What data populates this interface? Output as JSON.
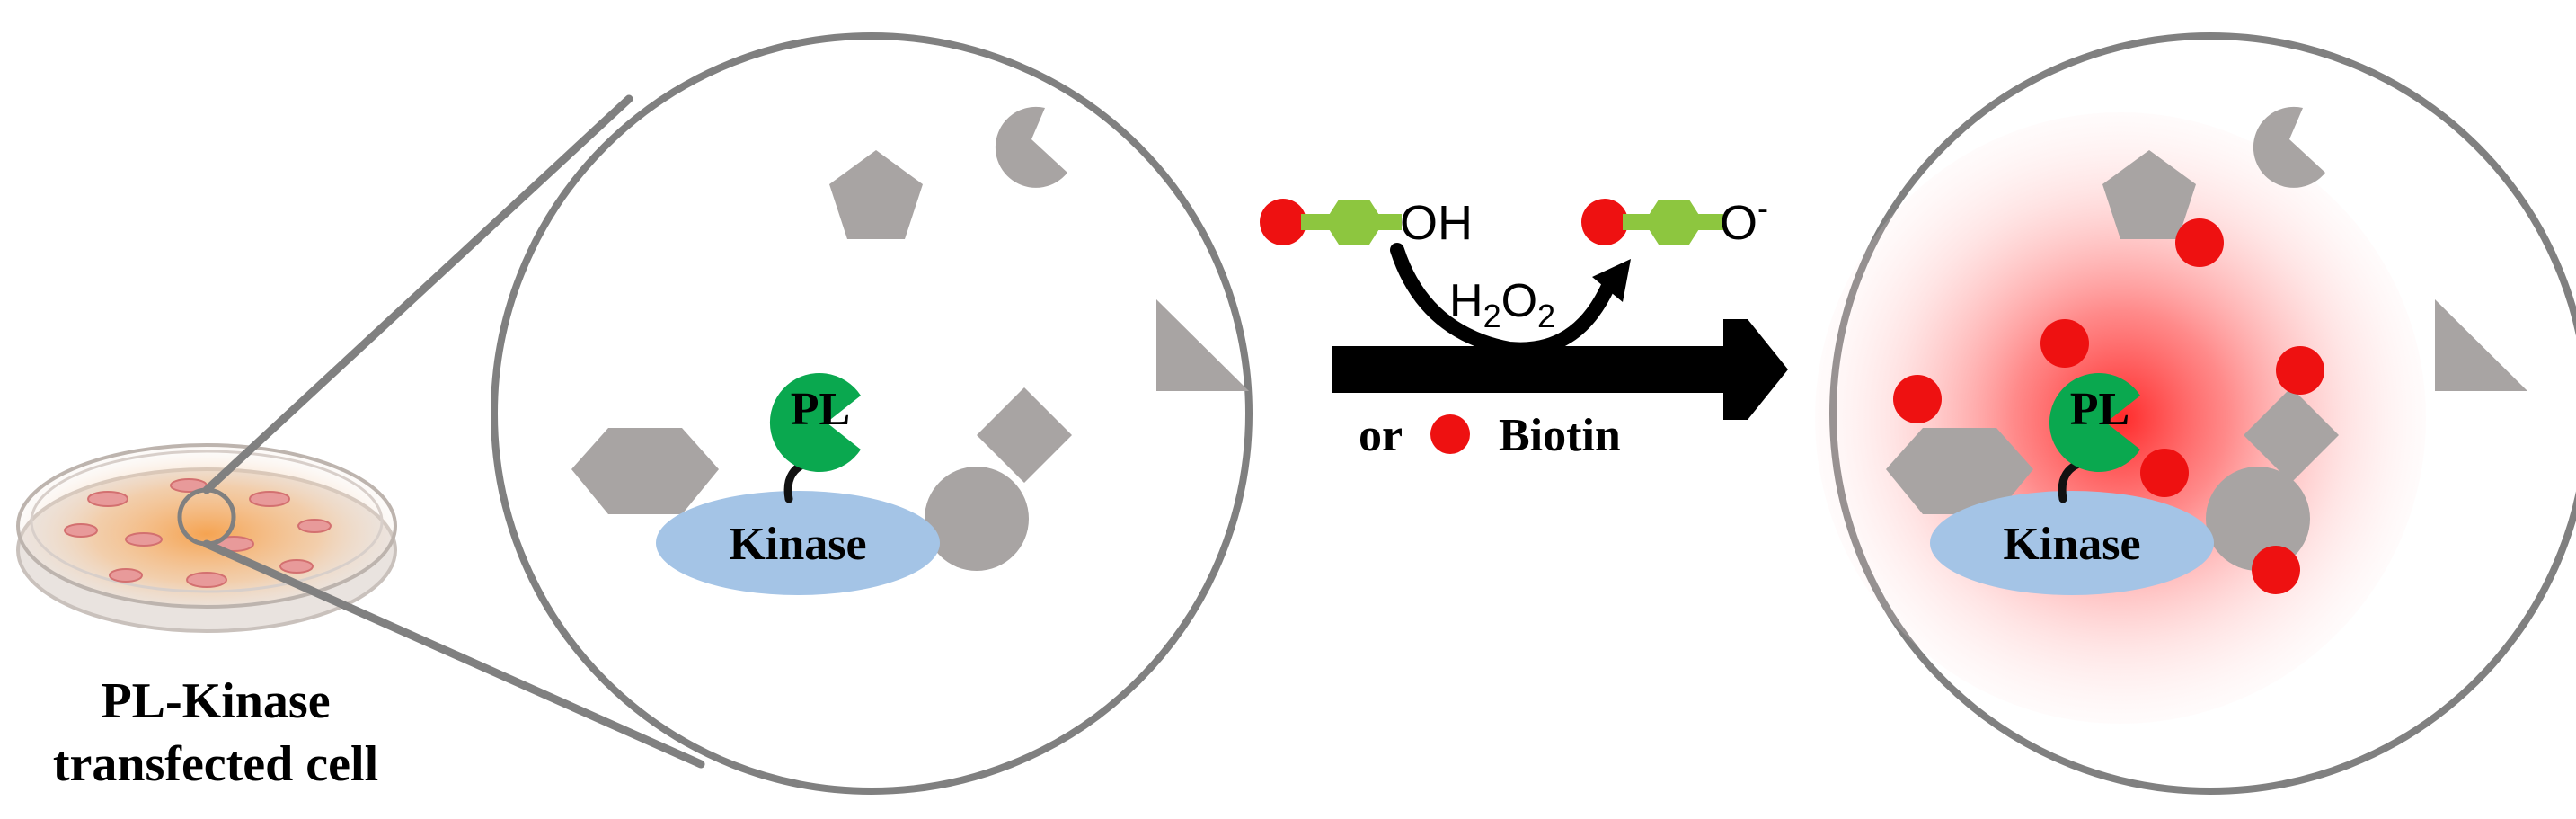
{
  "dish_caption": {
    "line1": "PL-Kinase",
    "line2": "transfected cell"
  },
  "left_zoom": {
    "enzyme_label": "PL",
    "kinase_label": "Kinase"
  },
  "right_zoom": {
    "enzyme_label": "PL",
    "kinase_label": "Kinase"
  },
  "reaction": {
    "substrate_group": "OH",
    "product_group": "O",
    "product_charge": "-",
    "oxidant_main": "H",
    "oxidant_sub1": "2",
    "oxidant_o": "O",
    "oxidant_sub2": "2",
    "alt_prefix": "or",
    "alt_reagent": "Biotin"
  },
  "colors": {
    "protein_gray": "#a8a4a3",
    "enzyme_green": "#0aa84f",
    "kinase_blue": "#a4c4e6",
    "biotin_red": "#ee1111",
    "linker_green": "#8dc63f",
    "circle_stroke": "#808080",
    "halo_red": "#ff2b2b"
  }
}
